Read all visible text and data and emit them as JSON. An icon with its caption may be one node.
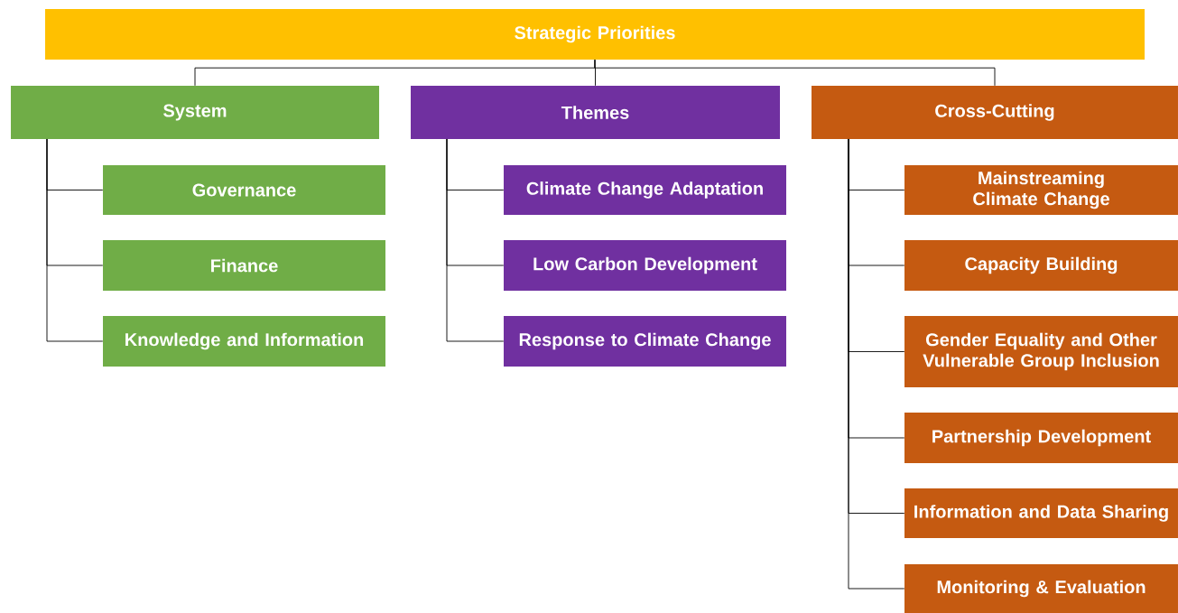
{
  "diagram": {
    "nodes": [
      {
        "text": [
          "Strategic Priorities"
        ]
      },
      {
        "text": [
          "System"
        ]
      },
      {
        "text": [
          "Themes"
        ]
      },
      {
        "text": [
          "Cross-Cutting"
        ]
      },
      {
        "text": [
          "Governance"
        ]
      },
      {
        "text": [
          "Finance"
        ]
      },
      {
        "text": [
          "Knowledge and Information"
        ]
      },
      {
        "text": [
          "Climate Change Adaptation"
        ]
      },
      {
        "text": [
          "Low Carbon Development"
        ]
      },
      {
        "text": [
          "Response to Climate Change"
        ]
      },
      {
        "text": [
          "Mainstreaming Climate Change"
        ]
      },
      {
        "text": [
          "Capacity Building"
        ]
      },
      {
        "text": [
          "Gender Equality and Other Vulnerable Group Inclusion"
        ]
      },
      {
        "text": [
          "Partnership Development"
        ]
      },
      {
        "text": [
          "Information and Data Sharing"
        ]
      },
      {
        "text": [
          "Monitoring & Evaluation"
        ]
      }
    ],
    "edges": [
      {
        "from": 0,
        "to": 1,
        "arrow": "none"
      },
      {
        "from": 0,
        "to": 2,
        "arrow": "none"
      },
      {
        "from": 0,
        "to": 3,
        "arrow": "none"
      },
      {
        "from": 1,
        "to": 4,
        "arrow": "none"
      },
      {
        "from": 1,
        "to": 5,
        "arrow": "none"
      },
      {
        "from": 1,
        "to": 6,
        "arrow": "none"
      },
      {
        "from": 2,
        "to": 7,
        "arrow": "none"
      },
      {
        "from": 2,
        "to": 8,
        "arrow": "none"
      },
      {
        "from": 2,
        "to": 9,
        "arrow": "none"
      },
      {
        "from": 3,
        "to": 10,
        "arrow": "none"
      },
      {
        "from": 3,
        "to": 11,
        "arrow": "none"
      },
      {
        "from": 3,
        "to": 12,
        "arrow": "none"
      },
      {
        "from": 3,
        "to": 13,
        "arrow": "none"
      },
      {
        "from": 3,
        "to": 14,
        "arrow": "none"
      },
      {
        "from": 3,
        "to": 15,
        "arrow": "none"
      }
    ]
  }
}
